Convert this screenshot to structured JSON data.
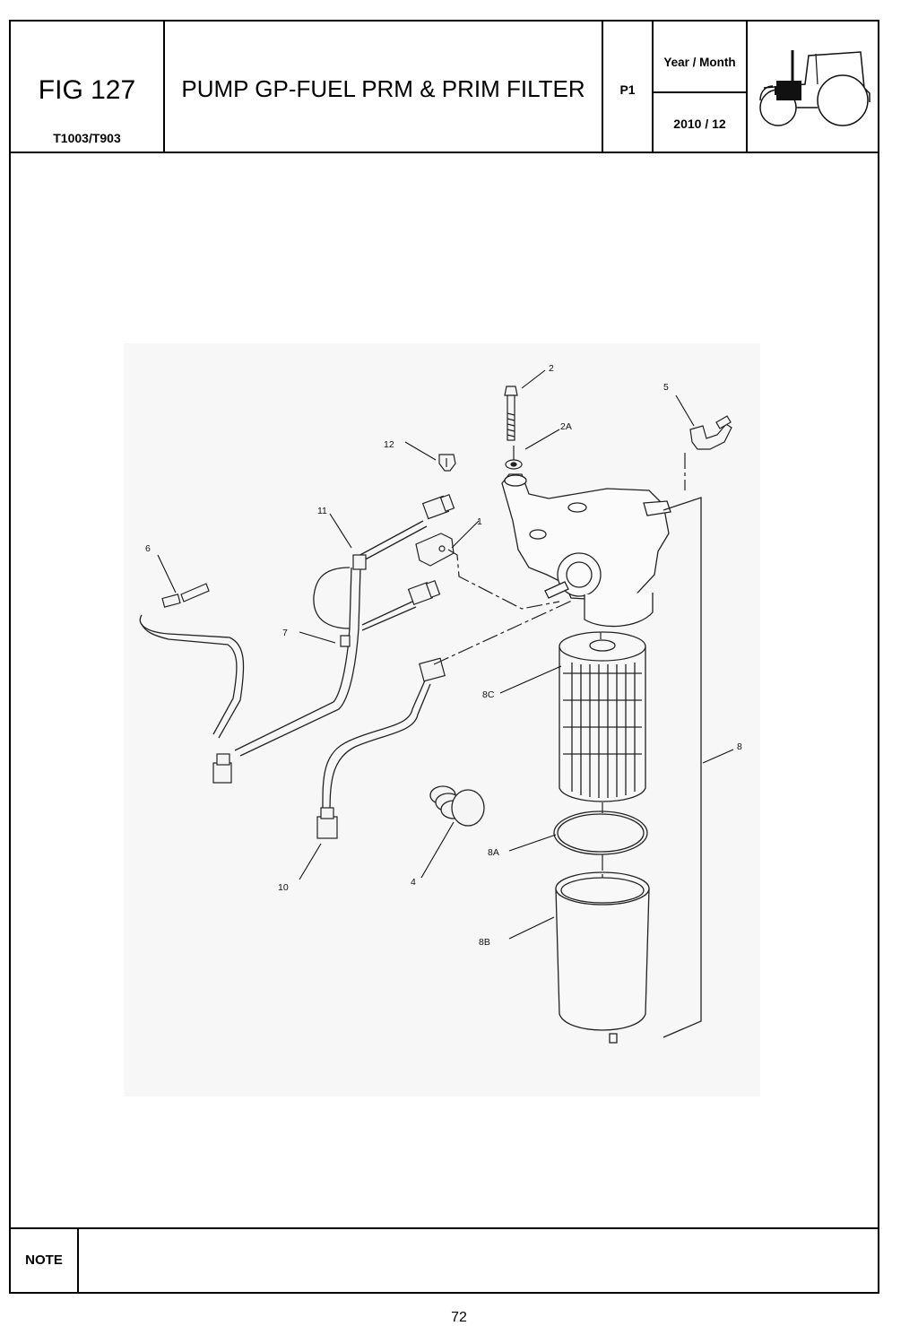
{
  "header": {
    "figure": "FIG 127",
    "model": "T1003/T903",
    "title": "PUMP GP-FUEL PRM & PRIM FILTER",
    "page_code": "P1",
    "date_label": "Year / Month",
    "date_value": "2010  / 12",
    "tractor_icon": "tractor-silhouette-icon"
  },
  "callouts": [
    {
      "id": "2",
      "label": "2"
    },
    {
      "id": "2A",
      "label": "2A"
    },
    {
      "id": "5",
      "label": "5"
    },
    {
      "id": "12",
      "label": "12"
    },
    {
      "id": "11",
      "label": "11"
    },
    {
      "id": "1",
      "label": "1"
    },
    {
      "id": "6",
      "label": "6"
    },
    {
      "id": "7",
      "label": "7"
    },
    {
      "id": "8C",
      "label": "8C"
    },
    {
      "id": "8",
      "label": "8"
    },
    {
      "id": "8A",
      "label": "8A"
    },
    {
      "id": "8B",
      "label": "8B"
    },
    {
      "id": "10",
      "label": "10"
    },
    {
      "id": "4",
      "label": "4"
    }
  ],
  "note": {
    "label": "NOTE",
    "text": ""
  },
  "footer": {
    "page_number": "72"
  }
}
